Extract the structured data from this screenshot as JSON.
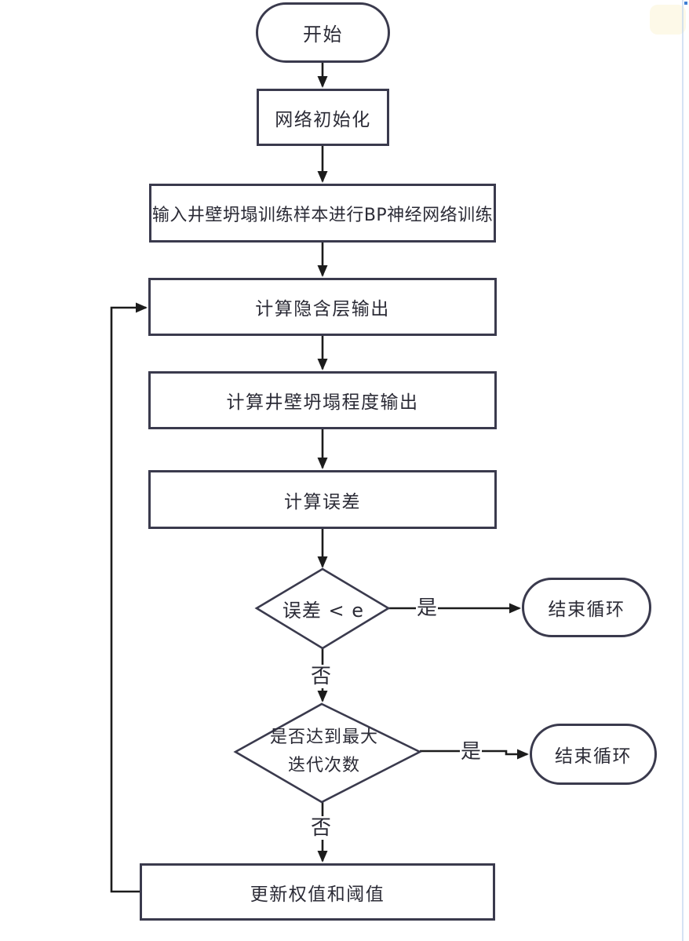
{
  "diagram": {
    "type": "flowchart",
    "language": "zh-CN",
    "description": "BP neural network training loop flowchart for wellbore collapse prediction",
    "nodes": {
      "start": "开始",
      "init": "网络初始化",
      "input_sample": "输入井壁坍塌训练样本进行BP神经网络训练",
      "hidden_output": "计算隐含层输出",
      "collapse_output": "计算井壁坍塌程度输出",
      "calc_error": "计算误差",
      "error_check": "误差 < e",
      "end_loop_1": "结束循环",
      "max_iter_check_line1": "是否达到最大",
      "max_iter_check_line2": "迭代次数",
      "end_loop_2": "结束循环",
      "update_weights": "更新权值和阈值"
    },
    "edge_labels": {
      "yes1": "是",
      "no1": "否",
      "yes2": "是",
      "no2": "否"
    },
    "edges": [
      {
        "from": "start",
        "to": "init"
      },
      {
        "from": "init",
        "to": "input_sample"
      },
      {
        "from": "input_sample",
        "to": "hidden_output"
      },
      {
        "from": "hidden_output",
        "to": "collapse_output"
      },
      {
        "from": "collapse_output",
        "to": "calc_error"
      },
      {
        "from": "calc_error",
        "to": "error_check"
      },
      {
        "from": "error_check",
        "to": "end_loop_1",
        "label": "是"
      },
      {
        "from": "error_check",
        "to": "max_iter_check",
        "label": "否"
      },
      {
        "from": "max_iter_check",
        "to": "end_loop_2",
        "label": "是"
      },
      {
        "from": "max_iter_check",
        "to": "update_weights",
        "label": "否"
      },
      {
        "from": "update_weights",
        "to": "hidden_output",
        "label": "feedback loop"
      }
    ],
    "colors": {
      "shape_border": "#3a3a4d",
      "arrow": "#1c1c1c",
      "text": "#2b2b36",
      "background": "#ffffff",
      "scan_edge_blue": "#b9d0ee",
      "scan_dot_blue": "#3f7fd4",
      "scan_smudge_cream": "#fdf8e4"
    }
  }
}
